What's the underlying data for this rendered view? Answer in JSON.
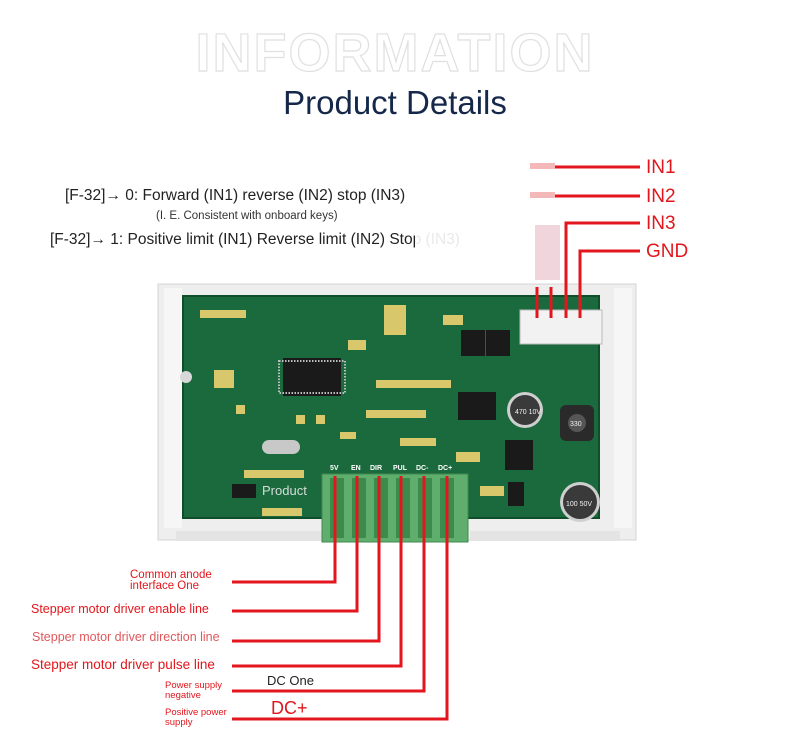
{
  "header": {
    "watermark": "INFORMATION",
    "title": "Product Details"
  },
  "description": {
    "line1": "[F-32]→ 0: Forward (IN1) reverse (IN2) stop (IN3)",
    "line2": "(I. E. Consistent with onboard keys)",
    "line3": "[F-32]→ 1: Positive limit (IN1) Reverse limit (IN2) Stop (IN3)"
  },
  "input_pins": [
    "IN1",
    "IN2",
    "IN3",
    "GND"
  ],
  "board": {
    "terminal_labels": [
      "5V",
      "EN",
      "DIR",
      "PUL",
      "DC-",
      "DC+"
    ],
    "board_watermark": "Product",
    "capacitor_470_label": "470 10V",
    "capacitor_100_label": "100 50V",
    "inductor_label": "330"
  },
  "connections": {
    "common_anode": "Common anode interface One",
    "enable": "Stepper motor driver enable line",
    "direction": "Stepper motor driver direction line",
    "pulse": "Stepper motor driver pulse line",
    "power_negative": "Power supply negative",
    "dc_one": "DC One",
    "power_positive": "Positive power supply",
    "dc_plus": "DC+"
  },
  "colors": {
    "wire": "#e2161c",
    "title": "#16284a",
    "pcb": "#1b6a3e",
    "terminal": "#5fae6d",
    "enclosure": "#eeeeee"
  }
}
